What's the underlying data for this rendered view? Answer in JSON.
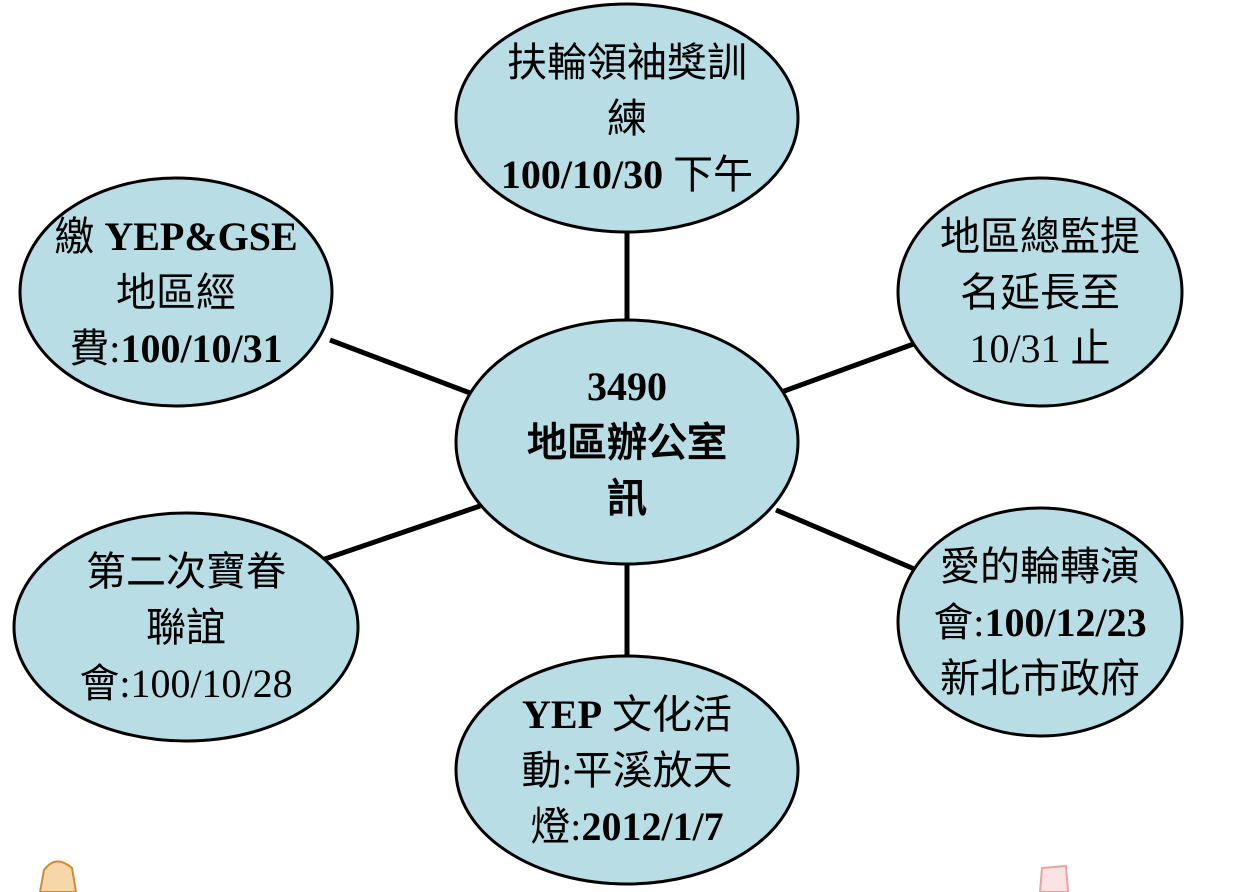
{
  "colors": {
    "node_fill": "#b9dde4",
    "node_stroke": "#000000",
    "connector": "#000000",
    "background": "#ffffff"
  },
  "center": {
    "lines": [
      [
        {
          "t": "3490",
          "b": true
        }
      ],
      [
        {
          "t": "地區辦公室",
          "b": true
        }
      ],
      [
        {
          "t": "訊",
          "b": true
        }
      ]
    ]
  },
  "nodes": [
    {
      "key": "top",
      "lines": [
        [
          {
            "t": "扶輪領袖獎訓",
            "b": false
          }
        ],
        [
          {
            "t": "練",
            "b": false
          }
        ],
        [
          {
            "t": "100/10/30",
            "b": true
          },
          {
            "t": " 下午",
            "b": false
          }
        ]
      ]
    },
    {
      "key": "upper-right",
      "lines": [
        [
          {
            "t": "地區總監提",
            "b": false
          }
        ],
        [
          {
            "t": "名延長至",
            "b": false
          }
        ],
        [
          {
            "t": "10/31 止",
            "b": false
          }
        ]
      ]
    },
    {
      "key": "lower-right",
      "lines": [
        [
          {
            "t": "愛的輪轉演",
            "b": false
          }
        ],
        [
          {
            "t": "會:",
            "b": false
          },
          {
            "t": "100/12/23",
            "b": true
          }
        ],
        [
          {
            "t": "新北市政府",
            "b": false
          }
        ]
      ]
    },
    {
      "key": "bottom",
      "lines": [
        [
          {
            "t": "YEP",
            "b": true
          },
          {
            "t": " 文化活",
            "b": false
          }
        ],
        [
          {
            "t": "動:平溪放天",
            "b": false
          }
        ],
        [
          {
            "t": "燈:",
            "b": false
          },
          {
            "t": "2012/1/7",
            "b": true
          }
        ]
      ]
    },
    {
      "key": "lower-left",
      "lines": [
        [
          {
            "t": "第二次寶眷",
            "b": false
          }
        ],
        [
          {
            "t": "聯誼",
            "b": false
          }
        ],
        [
          {
            "t": "會:100/10/28",
            "b": false
          }
        ]
      ]
    },
    {
      "key": "upper-left",
      "lines": [
        [
          {
            "t": "繳 ",
            "b": false
          },
          {
            "t": "YEP&GSE",
            "b": true
          }
        ],
        [
          {
            "t": "地區經",
            "b": false
          }
        ],
        [
          {
            "t": "費:",
            "b": false
          },
          {
            "t": "100/10/31",
            "b": true
          }
        ]
      ]
    }
  ]
}
